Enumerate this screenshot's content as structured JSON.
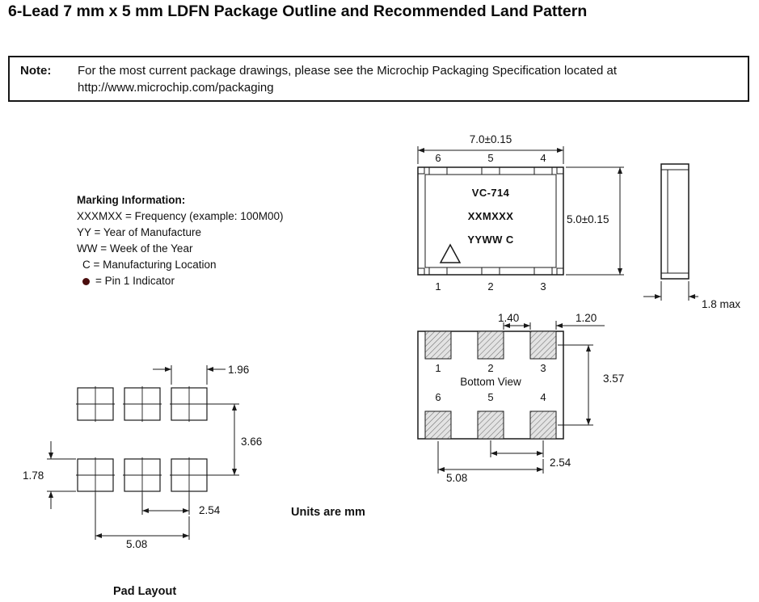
{
  "page": {
    "title": "6-Lead 7 mm x 5 mm LDFN Package Outline and Recommended Land Pattern",
    "units_note": "Units are mm"
  },
  "note": {
    "label": "Note:",
    "line1": "For the most current package drawings, please see the Microchip Packaging Specification located at",
    "line2": "http://www.microchip.com/packaging"
  },
  "marking_info": {
    "heading": "Marking Information:",
    "line_frequency": "XXXMXX = Frequency (example: 100M00)",
    "line_year": "YY = Year of Manufacture",
    "line_week": "WW = Week of the Year",
    "line_location": "C = Manufacturing Location",
    "line_pin1": "= Pin 1 Indicator",
    "pin1_dot_color": "#4a0d0d"
  },
  "top_view": {
    "dim_width": "7.0±0.15",
    "dim_height": "5.0±0.15",
    "pins_top": [
      "6",
      "5",
      "4"
    ],
    "pins_bottom": [
      "1",
      "2",
      "3"
    ],
    "marking_line1": "VC-714",
    "marking_line2": "XXMXXX",
    "marking_line3": "YYWW C"
  },
  "side_view": {
    "dim_thickness": "1.8 max"
  },
  "bottom_view": {
    "label": "Bottom View",
    "pins_top": [
      "1",
      "2",
      "3"
    ],
    "pins_bottom": [
      "6",
      "5",
      "4"
    ],
    "dim_pad_gap": "1.40",
    "dim_pad_width": "1.20",
    "dim_row_span": "3.57",
    "dim_pitch": "2.54",
    "dim_span": "5.08"
  },
  "pad_layout": {
    "label": "Pad Layout",
    "dim_pad_width": "1.96",
    "dim_row_pitch": "3.66",
    "dim_pad_height": "1.78",
    "dim_pitch": "2.54",
    "dim_span": "5.08"
  }
}
